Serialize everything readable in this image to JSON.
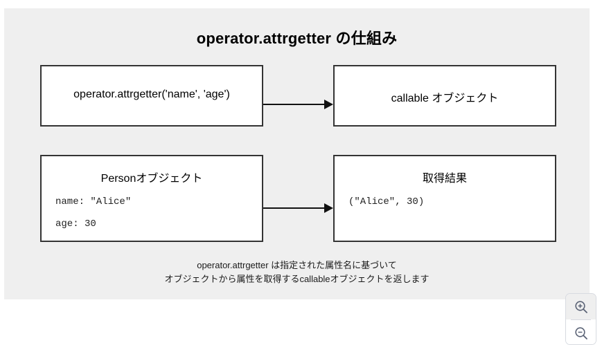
{
  "diagram": {
    "title": "operator.attrgetter の仕組み",
    "background_color": "#efefef",
    "box_border_color": "#333333",
    "box_fill_color": "#ffffff",
    "arrow_color": "#111111",
    "nodes": {
      "attrgetter_call": {
        "label": "operator.attrgetter('name', 'age')"
      },
      "callable_object": {
        "label": "callable オブジェクト"
      },
      "person_object": {
        "heading": "Personオブジェクト",
        "fields": [
          "name: \"Alice\"",
          "age: 30"
        ]
      },
      "result": {
        "heading": "取得結果",
        "value": "(\"Alice\", 30)"
      }
    },
    "caption": {
      "line1": "operator.attrgetter は指定された属性名に基づいて",
      "line2": "オブジェクトから属性を取得するcallableオブジェクトを返します"
    }
  },
  "zoom_controls": {
    "zoom_in_icon": "zoom-in-magnifier-icon",
    "zoom_out_icon": "zoom-out-magnifier-icon",
    "icon_color": "#5a6275"
  }
}
